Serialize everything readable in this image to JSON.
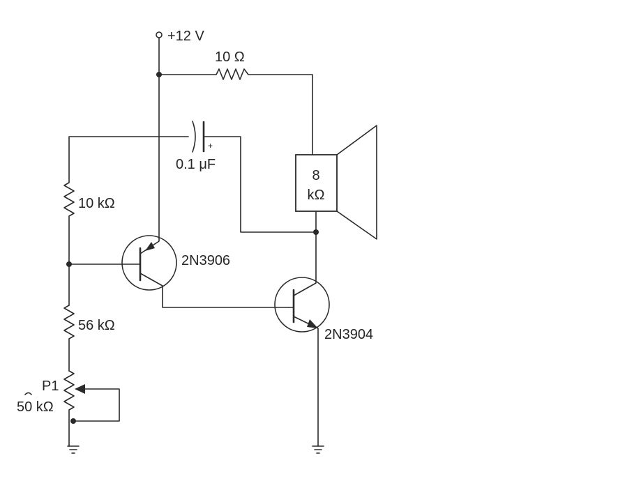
{
  "supply": {
    "label": "+12 V"
  },
  "resistors": {
    "r_top": {
      "label": "10 Ω"
    },
    "r_10k": {
      "label": "10 kΩ"
    },
    "r_56k": {
      "label": "56 kΩ"
    }
  },
  "capacitor": {
    "label": "0.1 μF",
    "polarity": "+"
  },
  "speaker": {
    "line1": "8",
    "line2": "kΩ"
  },
  "transistors": {
    "pnp": {
      "label": "2N3906"
    },
    "npn": {
      "label": "2N3904"
    }
  },
  "potentiometer": {
    "name": "P1",
    "value": "50 kΩ"
  },
  "colors": {
    "ink": "#2a2a2a",
    "paper": "#ffffff"
  }
}
